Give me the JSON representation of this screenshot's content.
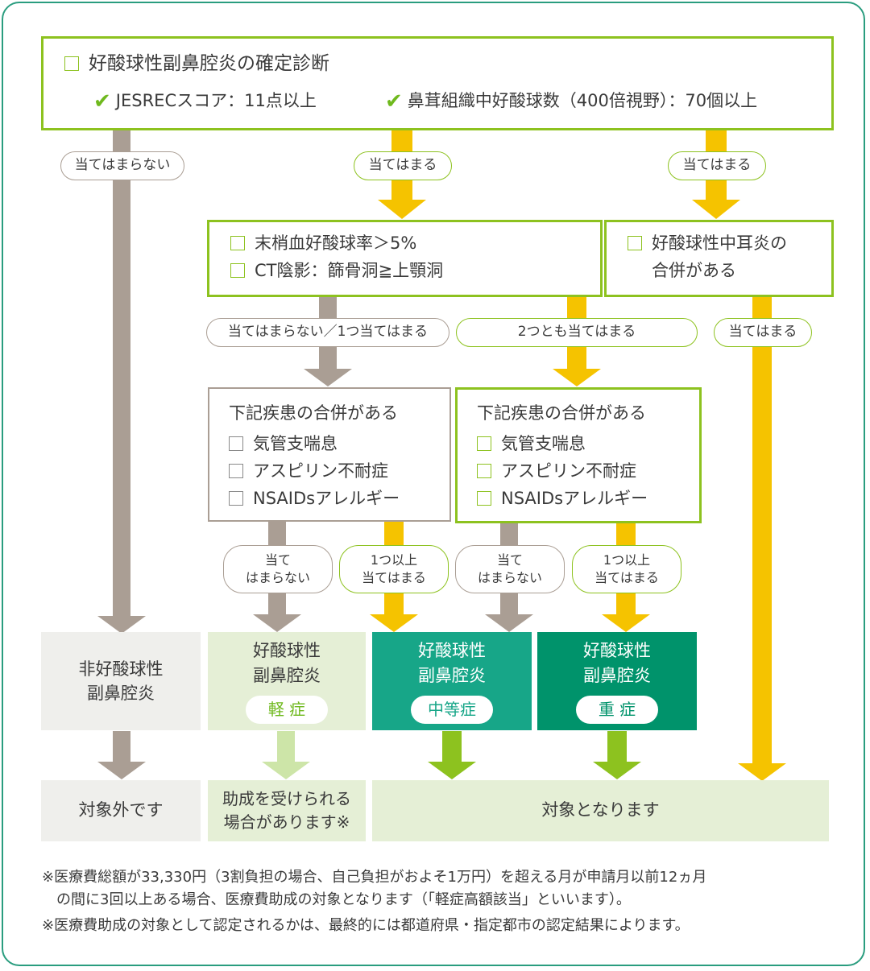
{
  "top": {
    "title": "好酸球性副鼻腔炎の確定診断",
    "criterion1": "JESRECスコア：11点以上",
    "criterion2": "鼻茸組織中好酸球数（400倍視野）：70個以上"
  },
  "labels": {
    "not_apply": "当てはまらない",
    "apply": "当てはまる",
    "none_or_one": "当てはまらない／1つ当てはまる",
    "both_apply": "2つとも当てはまる",
    "not_apply_l1": "当て",
    "not_apply_l2": "はまらない",
    "one_plus_l1": "1つ以上",
    "one_plus_l2": "当てはまる"
  },
  "box2": {
    "item1": "末梢血好酸球率＞5%",
    "item2": "CT陰影：篩骨洞≧上顎洞"
  },
  "box3": {
    "line1": "好酸球性中耳炎の",
    "line2": "合併がある"
  },
  "comorbid": {
    "title": "下記疾患の合併がある",
    "items": [
      "気管支喘息",
      "アスピリン不耐症",
      "NSAIDsアレルギー"
    ]
  },
  "results": {
    "non": {
      "line1": "非好酸球性",
      "line2": "副鼻腔炎"
    },
    "name_line1": "好酸球性",
    "name_line2": "副鼻腔炎",
    "mild": "軽 症",
    "moderate": "中等症",
    "severe": "重 症"
  },
  "outcomes": {
    "excluded": "対象外です",
    "maybe_line1": "助成を受けられる",
    "maybe_line2": "場合があります※",
    "eligible": "対象となります"
  },
  "notes": {
    "note1_line1": "※医療費総額が33,330円（3割負担の場合、自己負担がおよそ1万円）を超える月が申請月以前12ヵ月",
    "note1_line2": "　の間に3回以上ある場合、医療費助成の対象となります（「軽症高額該当」といいます）。",
    "note2": "※医療費助成の対象として認定されるかは、最終的には都道府県・指定都市の認定結果によります。"
  },
  "colors": {
    "frame": "#2a9d7f",
    "box_border": "#8dc21f",
    "gray_arrow": "#aa9e94",
    "yellow_arrow": "#f5c300",
    "non_result_bg": "#efefec",
    "mild_bg": "#e5efd6",
    "moderate_bg": "#17a688",
    "severe_bg": "#00936b",
    "eligible_bg": "#e5efd6"
  }
}
